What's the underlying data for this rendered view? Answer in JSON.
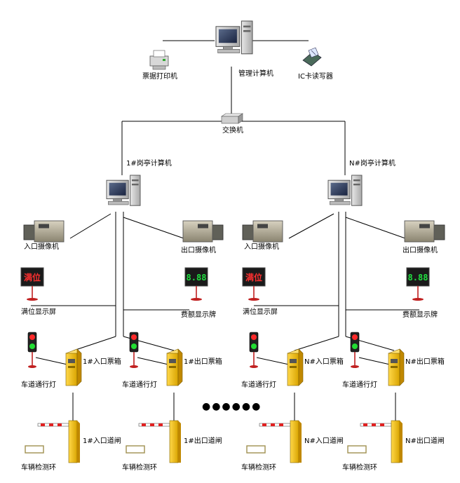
{
  "top": {
    "printer_label": "票据打印机",
    "server_label": "管理计算机",
    "card_rw_label": "IC卡读写器",
    "switch_label": "交换机"
  },
  "booth1": {
    "computer_label": "1#岗亭计算机"
  },
  "booth2": {
    "computer_label": "N#岗亭计算机"
  },
  "lane1": {
    "entry_camera": "入口摄像机",
    "exit_camera": "出口摄像机",
    "full_display_text": "满位",
    "full_display_label": "满位显示屏",
    "fee_display_text": "8.88",
    "fee_display_label": "费额显示牌",
    "entry_light_label": "车道通行灯",
    "exit_light_label": "车道通行灯",
    "entry_ticket_box": "1#入口票箱",
    "exit_ticket_box": "1#出口票箱",
    "entry_gate": "1#入口道闸",
    "exit_gate": "1#出口道闸",
    "entry_loop": "车辆检测环",
    "exit_loop": "车辆检测环"
  },
  "lane2": {
    "entry_camera": "入口摄像机",
    "exit_camera": "出口摄像机",
    "full_display_text": "满位",
    "full_display_label": "满位显示屏",
    "fee_display_text": "8.88",
    "fee_display_label": "费额显示牌",
    "entry_light_label": "车道通行灯",
    "exit_light_label": "车道通行灯",
    "entry_ticket_box": "N#入口票箱",
    "exit_ticket_box": "N#出口票箱",
    "entry_gate": "N#入口道闸",
    "exit_gate": "N#出口道闸",
    "entry_loop": "车辆检测环",
    "exit_loop": "车辆检测环"
  },
  "ellipsis": "●●●●●●",
  "colors": {
    "line": "#000000",
    "box_yellow": "#f2c200",
    "box_dark": "#c89a00",
    "led_red": "#ff3030",
    "led_green": "#20e040",
    "panel_bg": "#1a1a1a"
  }
}
